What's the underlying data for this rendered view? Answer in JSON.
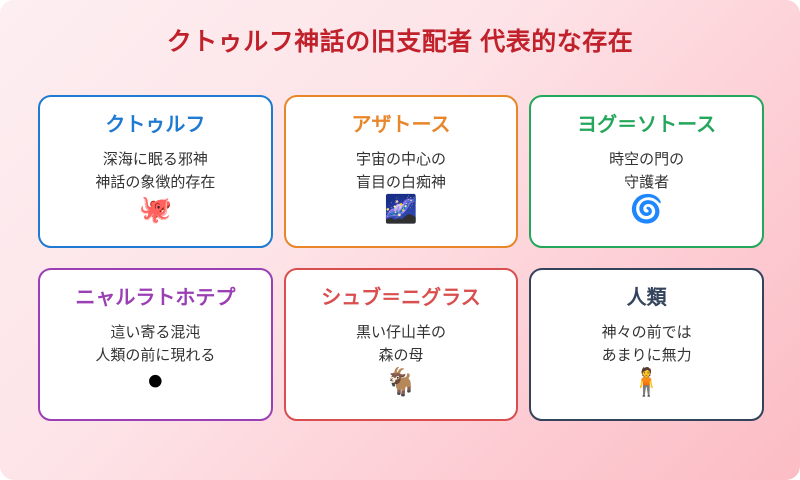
{
  "page": {
    "title": "クトゥルフ神話の旧支配者 代表的な存在",
    "title_color": "#c0212b",
    "background_from": "#fdeef1",
    "background_to": "#fcbcc4"
  },
  "cards": [
    {
      "name": "クトゥルフ",
      "desc": "深海に眠る邪神\n神話の象徴的存在",
      "icon": "🐙",
      "icon_name": "octopus-icon",
      "accent": "#1f7ad1"
    },
    {
      "name": "アザトース",
      "desc": "宇宙の中心の\n盲目の白痴神",
      "icon": "🌌",
      "icon_name": "galaxy-icon",
      "accent": "#e8862a"
    },
    {
      "name": "ヨグ＝ソトース",
      "desc": "時空の門の\n守護者",
      "icon": "🌀",
      "icon_name": "cyclone-icon",
      "accent": "#24a75b"
    },
    {
      "name": "ニャルラトホテプ",
      "desc": "這い寄る混沌\n人類の前に現れる",
      "icon": "⚫",
      "icon_name": "black-circle-icon",
      "accent": "#9b3fb5"
    },
    {
      "name": "シュブ＝ニグラス",
      "desc": "黒い仔山羊の\n森の母",
      "icon": "🐐",
      "icon_name": "goat-icon",
      "accent": "#d94f4f"
    },
    {
      "name": "人類",
      "desc": "神々の前では\nあまりに無力",
      "icon": "🧍",
      "icon_name": "person-standing-icon",
      "accent": "#33435c"
    }
  ]
}
